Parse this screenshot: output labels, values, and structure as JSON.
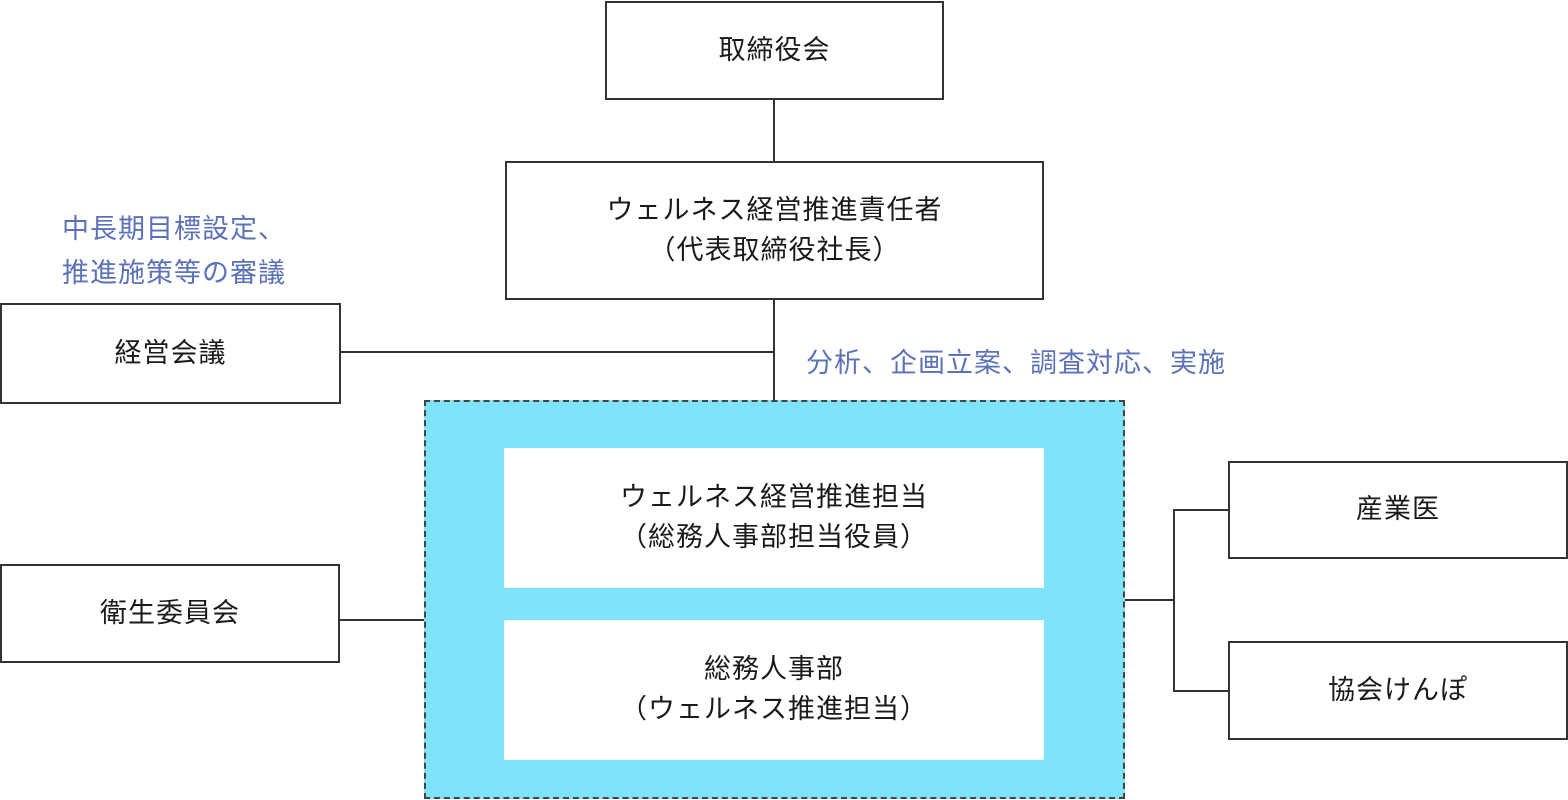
{
  "diagram": {
    "board": {
      "label": "取締役会"
    },
    "wellness_executive": {
      "line1": "ウェルネス経営推進責任者",
      "line2": "（代表取締役社長）"
    },
    "management_meeting": {
      "label": "経営会議"
    },
    "management_meeting_note": {
      "line1": "中長期目標設定、",
      "line2": "推進施策等の審議"
    },
    "department_note": {
      "label": "分析、企画立案、調査対応、実施"
    },
    "wellness_officer": {
      "line1": "ウェルネス経営推進担当",
      "line2": "（総務人事部担当役員）"
    },
    "hr_department": {
      "line1": "総務人事部",
      "line2": "（ウェルネス推進担当）"
    },
    "health_committee": {
      "label": "衛生委員会"
    },
    "industrial_physician": {
      "label": "産業医"
    },
    "kyokai_kenpo": {
      "label": "協会けんぽ"
    }
  },
  "colors": {
    "annotation": "#5b72b8",
    "group_fill": "#7fe3fb",
    "border": "#333333"
  }
}
